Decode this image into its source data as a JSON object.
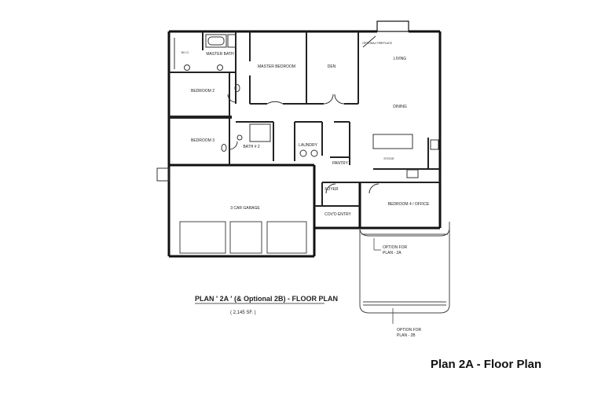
{
  "plan": {
    "caption": "Plan 2A - Floor Plan",
    "title": "PLAN ' 2A ' (& Optional 2B)  - FLOOR PLAN",
    "area": "( 2,145 SF. )"
  },
  "rooms": {
    "master_bath": "MASTER BATH",
    "master_bedroom": "MASTER BEDROOM",
    "den": "DEN",
    "living": "LIVING",
    "dining": "DINING",
    "bedroom2": "BEDROOM 2",
    "bedroom3": "BEDROOM 3",
    "bath2": "BATH # 2",
    "laundry": "LAUNDRY",
    "pantry": "PANTRY",
    "foyer": "FOYER",
    "bedroom4": "BEDROOM 4 / OFFICE",
    "garage": "3 CAR GARAGE",
    "covered_entry": "COV'D ENTRY",
    "wic": "W.I.C.",
    "stove": "STOVE",
    "fireplace": "OPTIONAL FIREPLACE"
  },
  "notes": {
    "option_2a": [
      "OPTION FOR",
      "PLAN - 2A"
    ],
    "option_2b": [
      "OPTION FOR",
      "PLAN - 2B"
    ]
  }
}
